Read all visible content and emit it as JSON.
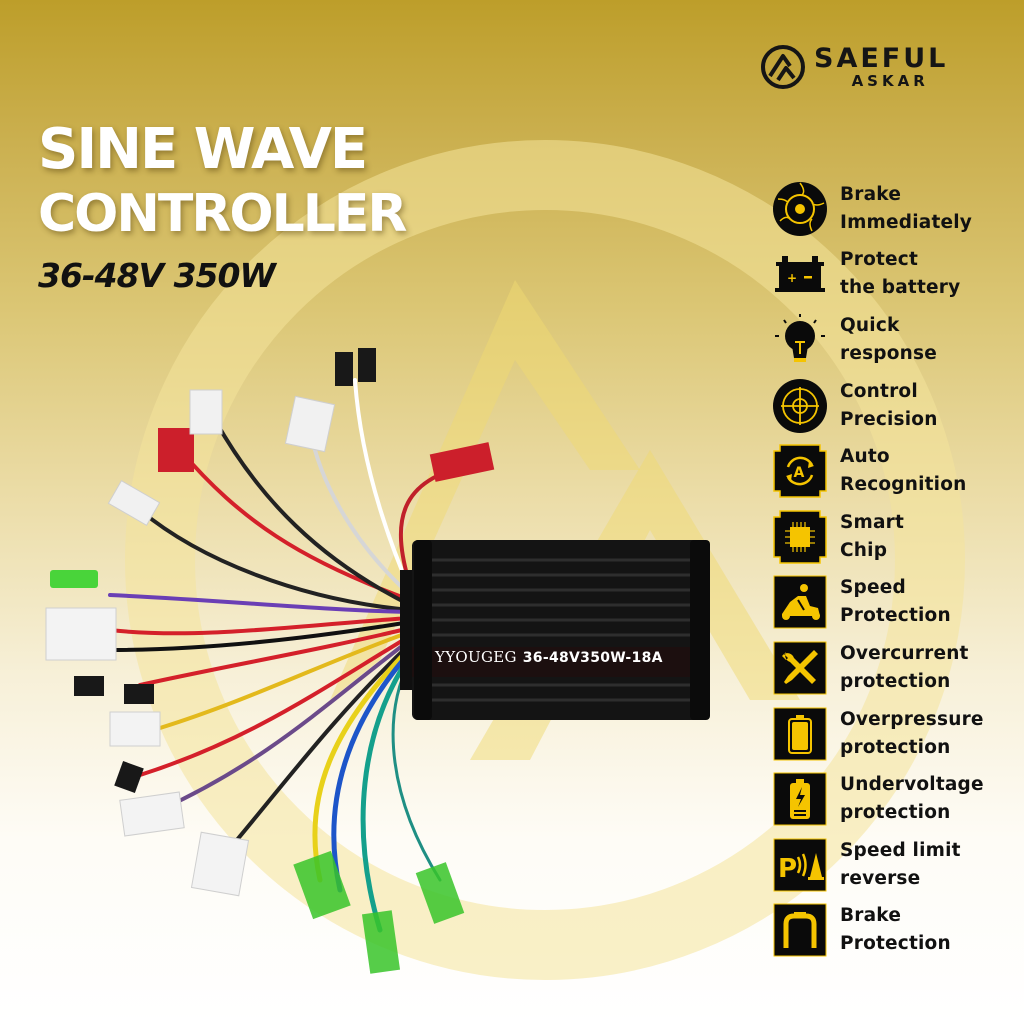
{
  "brand": {
    "name": "SAEFUL",
    "sub": "ASKAR"
  },
  "title": {
    "line1": "SINE WAVE",
    "line2": "CONTROLLER",
    "subtitle": "36-48V 350W"
  },
  "product": {
    "label_brand": "YYOUGEG",
    "label_spec": "36-48V350W-18A"
  },
  "features": [
    {
      "icon": "brake-disc-icon",
      "line1": "Brake",
      "line2": "Immediately"
    },
    {
      "icon": "car-battery-icon",
      "line1": "Protect",
      "line2": "the battery"
    },
    {
      "icon": "lightbulb-icon",
      "line1": "Quick",
      "line2": "response"
    },
    {
      "icon": "crosshair-icon",
      "line1": "Control",
      "line2": "Precision"
    },
    {
      "icon": "auto-mode-icon",
      "line1": "Auto",
      "line2": "Recognition"
    },
    {
      "icon": "chip-icon",
      "line1": "Smart",
      "line2": "Chip"
    },
    {
      "icon": "rider-icon",
      "line1": "Speed",
      "line2": "Protection"
    },
    {
      "icon": "wrench-screwdriver-icon",
      "line1": "Overcurrent",
      "line2": "protection"
    },
    {
      "icon": "battery-full-icon",
      "line1": "Overpressure",
      "line2": "protection"
    },
    {
      "icon": "battery-charge-icon",
      "line1": "Undervoltage",
      "line2": "protection"
    },
    {
      "icon": "parking-sensor-icon",
      "line1": "Speed limit",
      "line2": "reverse"
    },
    {
      "icon": "brake-warning-icon",
      "line1": "Brake",
      "line2": "Protection"
    }
  ],
  "colors": {
    "accent_gold": "#f5c400",
    "icon_bg": "#0a0a0a",
    "text_dark": "#111111",
    "title_white": "#ffffff",
    "bg_top": "#bd9e2a"
  }
}
